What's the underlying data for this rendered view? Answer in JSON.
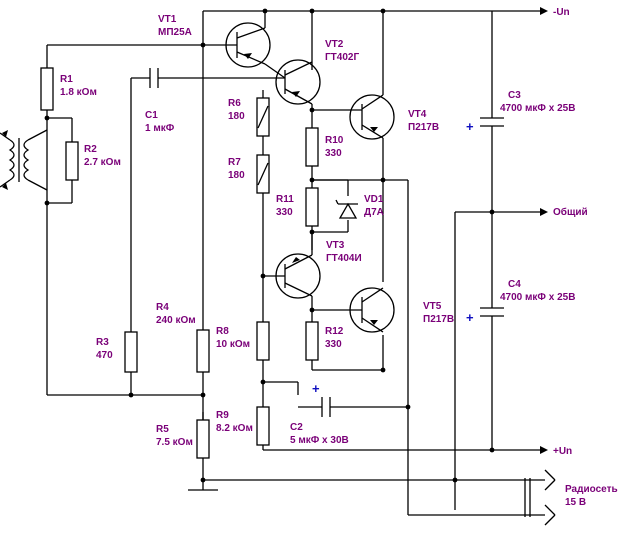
{
  "colors": {
    "label": "#7a0078",
    "wire": "#000000",
    "polarity": "#1010c0",
    "background": "#ffffff"
  },
  "rails": {
    "minus": "-Un",
    "common": "Общий",
    "plus": "+Un"
  },
  "input": {
    "radio_label": "Радиосеть",
    "radio_voltage": "15 В"
  },
  "transistors": [
    {
      "ref": "VT1",
      "type": "МП25А"
    },
    {
      "ref": "VT2",
      "type": "ГТ402Г"
    },
    {
      "ref": "VT3",
      "type": "ГТ404И"
    },
    {
      "ref": "VT4",
      "type": "П217В"
    },
    {
      "ref": "VT5",
      "type": "П217В"
    }
  ],
  "resistors": [
    {
      "ref": "R1",
      "value": "1.8 кОм"
    },
    {
      "ref": "R2",
      "value": "2.7 кОм"
    },
    {
      "ref": "R3",
      "value": "470"
    },
    {
      "ref": "R4",
      "value": "240 кОм"
    },
    {
      "ref": "R5",
      "value": "7.5 кОм"
    },
    {
      "ref": "R6",
      "value": "180"
    },
    {
      "ref": "R7",
      "value": "180"
    },
    {
      "ref": "R8",
      "value": "10 кОм"
    },
    {
      "ref": "R9",
      "value": "8.2 кОм"
    },
    {
      "ref": "R10",
      "value": "330"
    },
    {
      "ref": "R11",
      "value": "330"
    },
    {
      "ref": "R12",
      "value": "330"
    }
  ],
  "capacitors": [
    {
      "ref": "C1",
      "value": "1 мкФ"
    },
    {
      "ref": "C2",
      "value": "5 мкФ х 30В"
    },
    {
      "ref": "C3",
      "value": "4700 мкФ х 25В"
    },
    {
      "ref": "C4",
      "value": "4700 мкФ х 25В"
    }
  ],
  "diodes": [
    {
      "ref": "VD1",
      "type": "Д7А"
    }
  ],
  "polarity_mark": "+"
}
